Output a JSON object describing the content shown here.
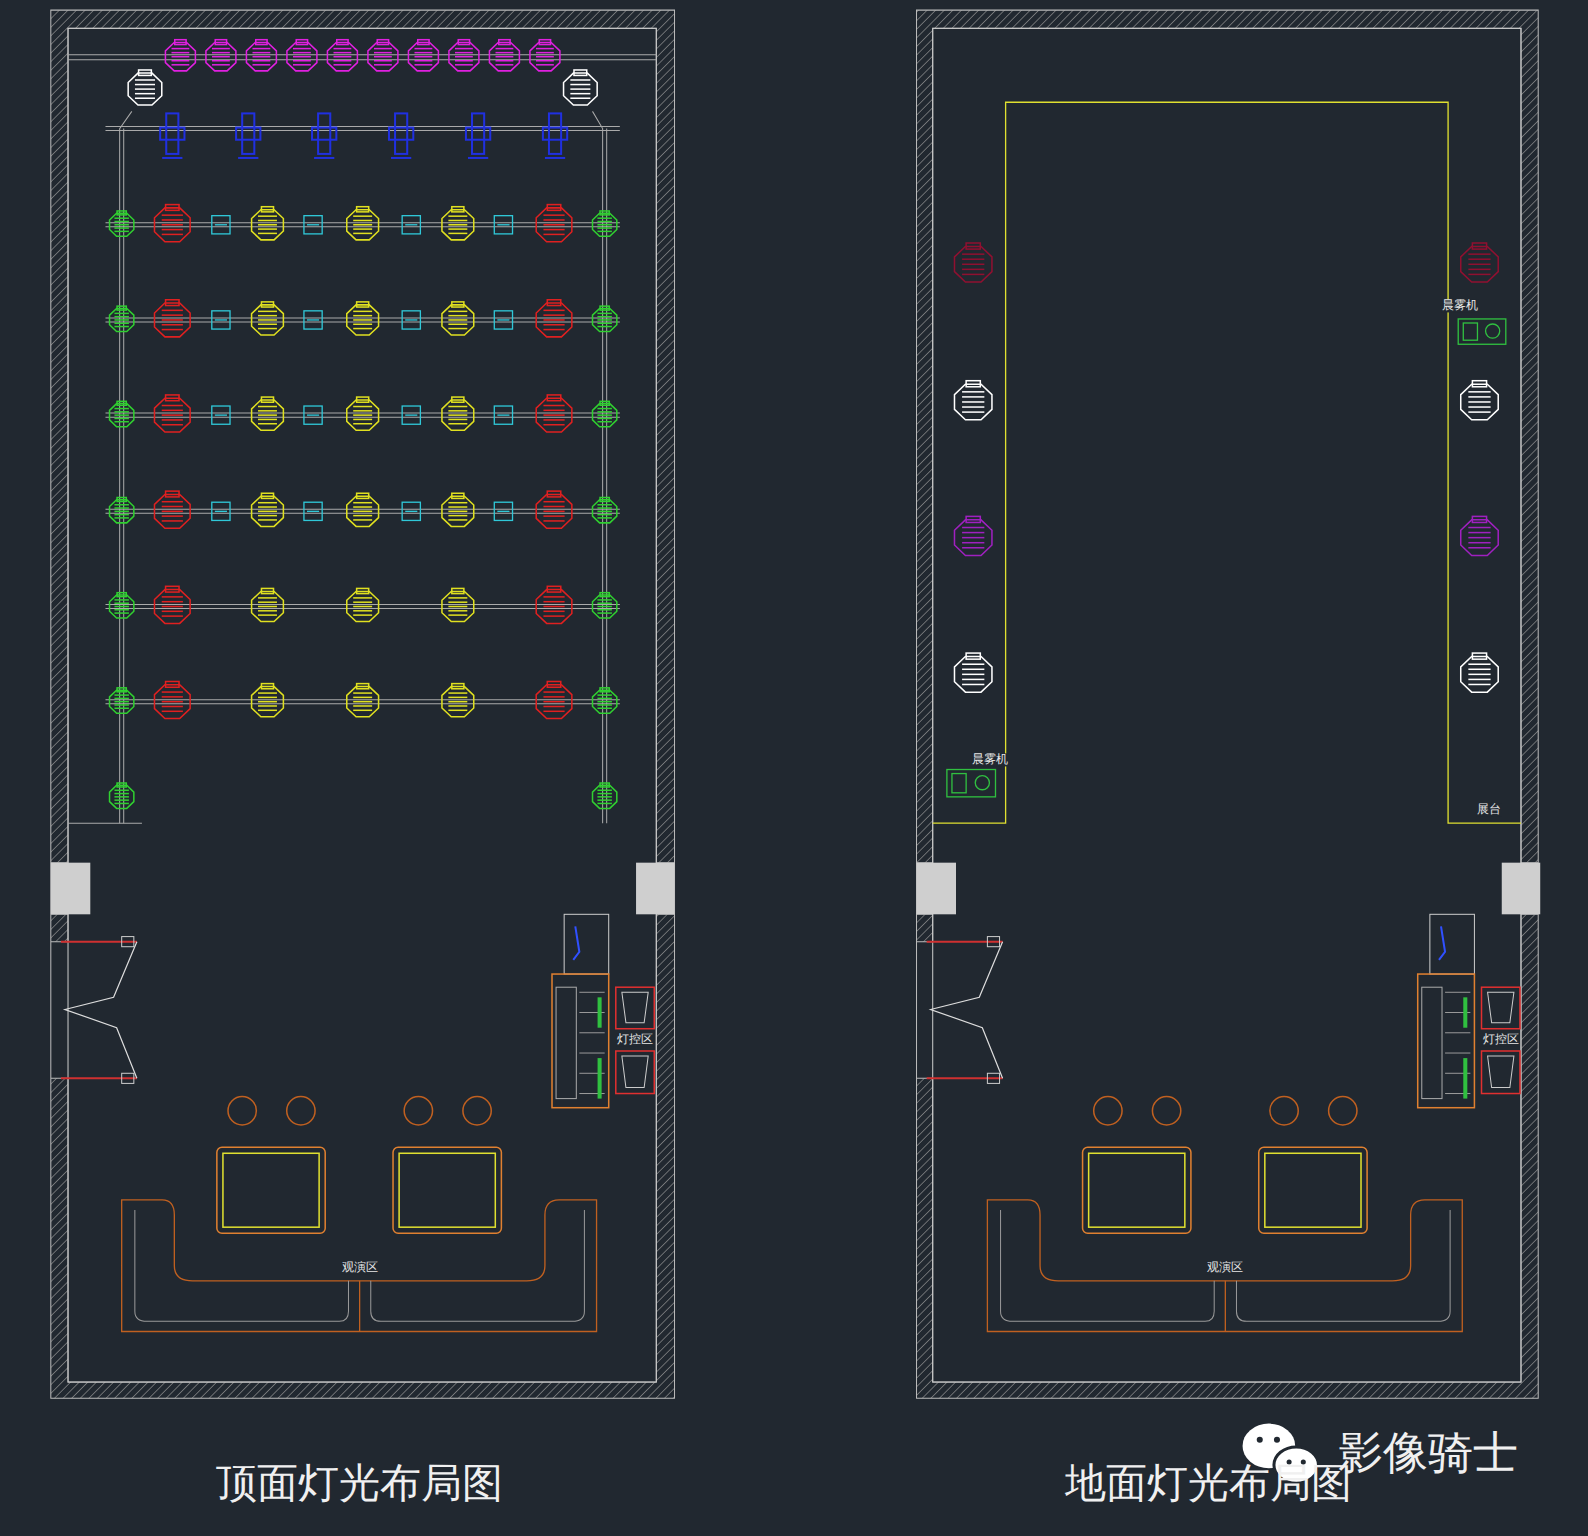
{
  "diagram": {
    "labels": [
      "灯控区",
      "观演区",
      "顶面灯光布局图",
      "晨雾机",
      "晨雾机",
      "展台",
      "灯控区",
      "观演区",
      "地面灯光布局图",
      "影像骑士"
    ]
  }
}
